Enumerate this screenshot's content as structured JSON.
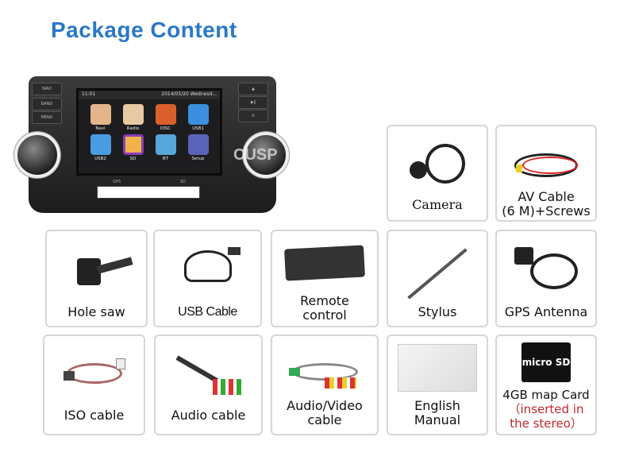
{
  "title": "Package Content",
  "head_unit": {
    "buttons_left": [
      "NAVI",
      "BAND",
      "MENU"
    ],
    "status_time": "11:01",
    "status_date": "2014/05/20 Wednesd...",
    "apps": [
      "Navi",
      "Radio",
      "DISC",
      "USB1",
      "USB2",
      "SD",
      "BT",
      "Setup"
    ],
    "slot_labels": [
      "GPS",
      "SD"
    ],
    "watermark": "CUSP"
  },
  "items": [
    {
      "label": "Camera"
    },
    {
      "label": "AV Cable",
      "label2": "(6 M)+Screws"
    },
    {
      "label": "Hole saw"
    },
    {
      "label": "USB Cable"
    },
    {
      "label": "Remote",
      "label2": "control"
    },
    {
      "label": "Stylus"
    },
    {
      "label": "GPS Antenna"
    },
    {
      "label": "ISO cable"
    },
    {
      "label": "Audio cable"
    },
    {
      "label": "Audio/Video",
      "label2": "cable"
    },
    {
      "label": "English",
      "label2": "Manual"
    },
    {
      "label": "4GB map Card",
      "label2": "（inserted in",
      "label3": "the stereo）"
    }
  ],
  "colors": {
    "title": "#2a78c6",
    "note": "#c0282c"
  }
}
